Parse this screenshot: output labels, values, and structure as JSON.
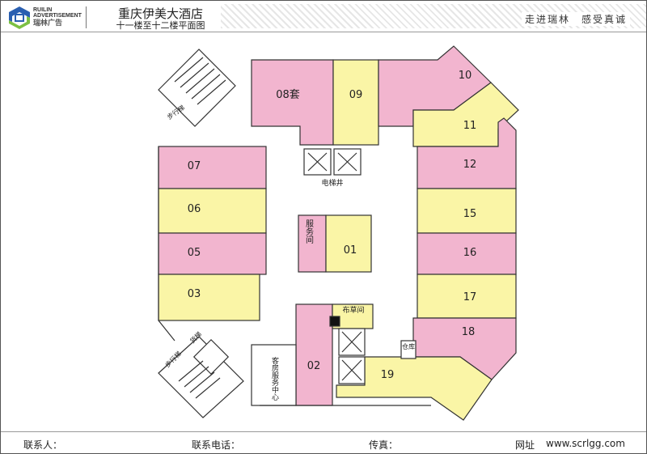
{
  "header": {
    "brand_en_1": "RUILIN",
    "brand_en_2": "ADVERTISEMENT",
    "brand_cn": "瑞林广告",
    "title": "重庆伊美大酒店",
    "subtitle": "十一楼至十二楼平面图",
    "slogan": "走进瑞林　感受真诚"
  },
  "rooms": {
    "r08": "08套",
    "r09": "09",
    "r10": "10",
    "r11": "11",
    "r12": "12",
    "r15": "15",
    "r16": "16",
    "r17": "17",
    "r18": "18",
    "r19": "19",
    "r07": "07",
    "r06": "06",
    "r05": "05",
    "r03": "03",
    "r01": "01",
    "r02": "02"
  },
  "labels": {
    "service_room": "服务间",
    "elevator_shaft": "电梯井",
    "linen_room": "布草间",
    "storage": "仓库",
    "room_service_center": "客房服务中心",
    "stairs_top": "步行梯",
    "stairs_bottom": "步行梯",
    "freight_elevator": "货梯"
  },
  "colors": {
    "pink": "#f2b5cf",
    "yellow": "#faf5a6",
    "wall": "#333333"
  },
  "footer": {
    "contact": "联系人：",
    "phone": "联系电话：",
    "fax": "传真：",
    "website_label": "网址",
    "website": "www.scrlgg.com"
  }
}
